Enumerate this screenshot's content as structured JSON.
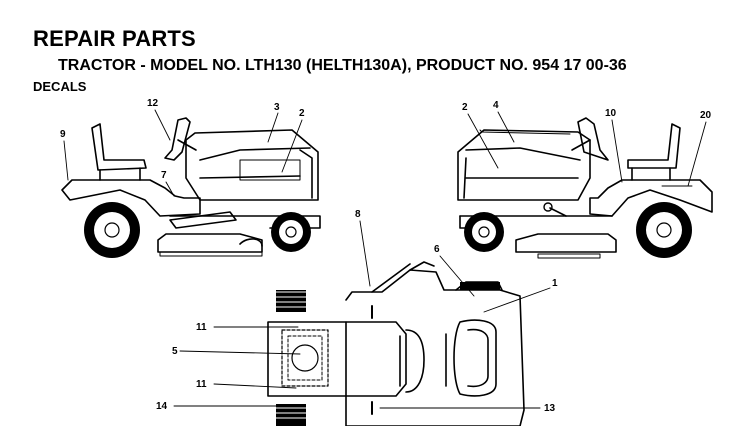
{
  "header": {
    "title": "REPAIR PARTS",
    "subtitle": "TRACTOR - MODEL NO. LTH130 (HELTH130A), PRODUCT NO. 954 17 00-36",
    "section": "DECALS"
  },
  "callouts": {
    "left_view": {
      "c12": "12",
      "c3": "3",
      "c2": "2",
      "c9": "9",
      "c7": "7"
    },
    "right_view": {
      "c2": "2",
      "c4": "4",
      "c10": "10",
      "c20": "20"
    },
    "top_view": {
      "c8": "8",
      "c6": "6",
      "c1": "1",
      "c11a": "11",
      "c5": "5",
      "c11b": "11",
      "c14": "14",
      "c13": "13"
    }
  }
}
